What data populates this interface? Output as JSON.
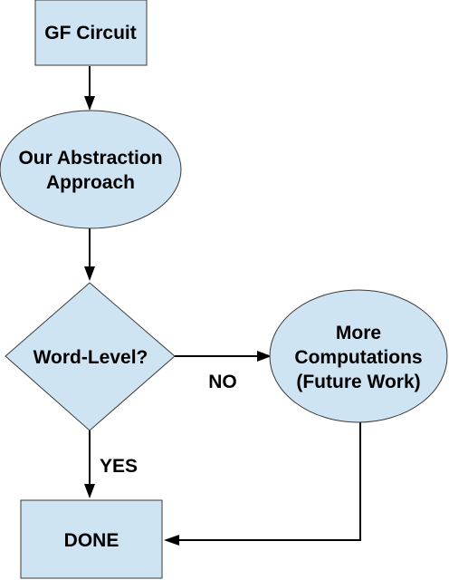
{
  "nodes": {
    "gf_circuit": {
      "label": "GF Circuit"
    },
    "abstraction": {
      "lines": [
        "Our Abstraction",
        "Approach"
      ]
    },
    "decision": {
      "label": "Word-Level?"
    },
    "more": {
      "lines": [
        "More",
        "Computations",
        "(Future Work)"
      ]
    },
    "done": {
      "label": "DONE"
    }
  },
  "edges": {
    "no_label": "NO",
    "yes_label": "YES"
  },
  "colors": {
    "shape_fill": "#cfe4f3",
    "shape_stroke": "#3a3a3a",
    "edge": "#000000"
  }
}
